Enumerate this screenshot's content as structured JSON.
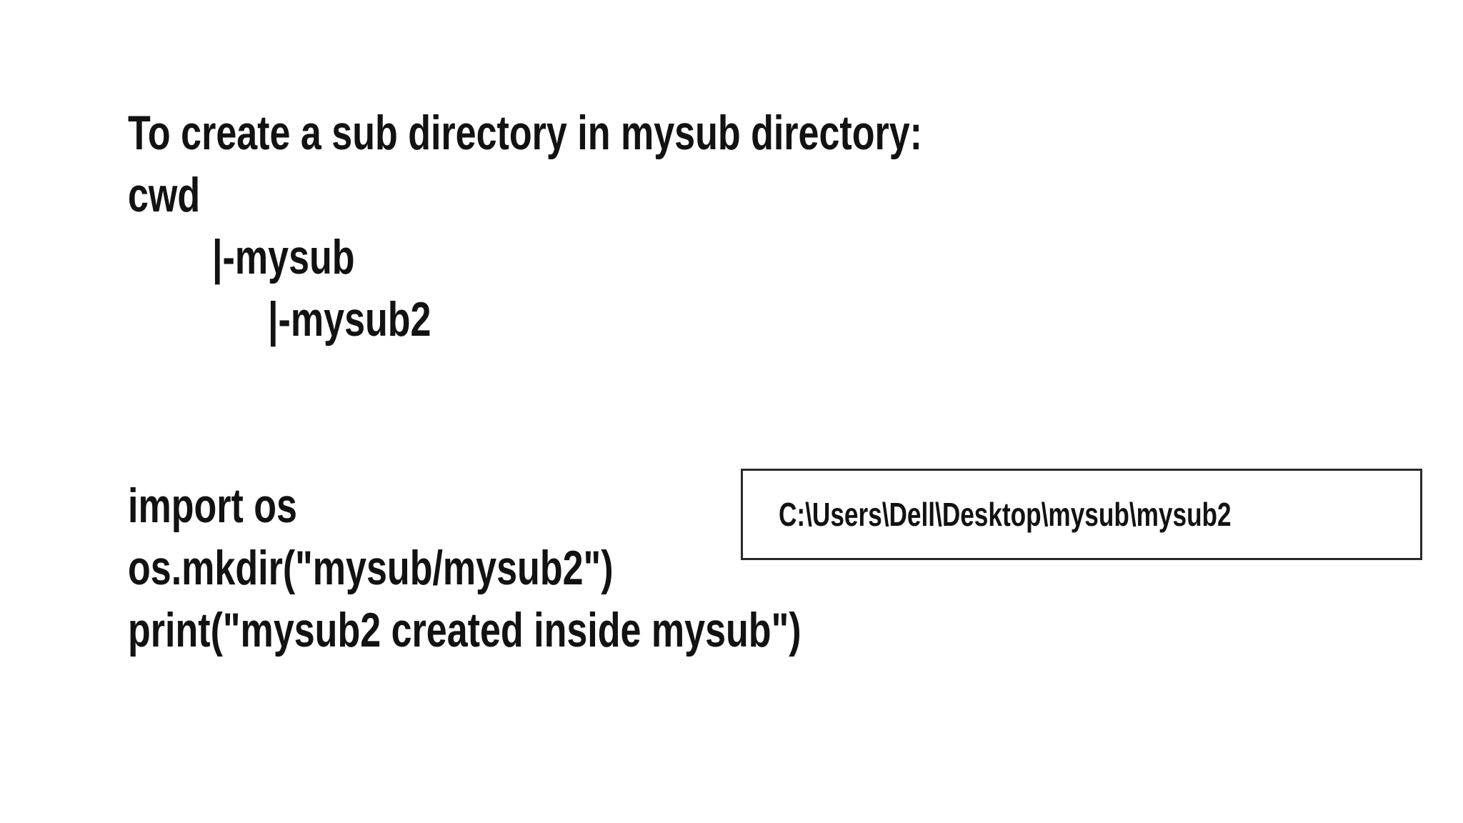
{
  "slide": {
    "title": "To create a sub directory in mysub directory:",
    "tree": {
      "root": "cwd",
      "child": "|-mysub",
      "grandchild": "|-mysub2"
    },
    "code": {
      "line_import": "import os",
      "line_mkdir": "os.mkdir(\"mysub/mysub2\")",
      "line_print": "print(\"mysub2 created inside mysub\")"
    },
    "output_box": {
      "path": "C:\\Users\\Dell\\Desktop\\mysub\\mysub2"
    },
    "colors": {
      "background": "#ffffff",
      "text": "#121212",
      "box_border": "#2a2a2a"
    }
  }
}
